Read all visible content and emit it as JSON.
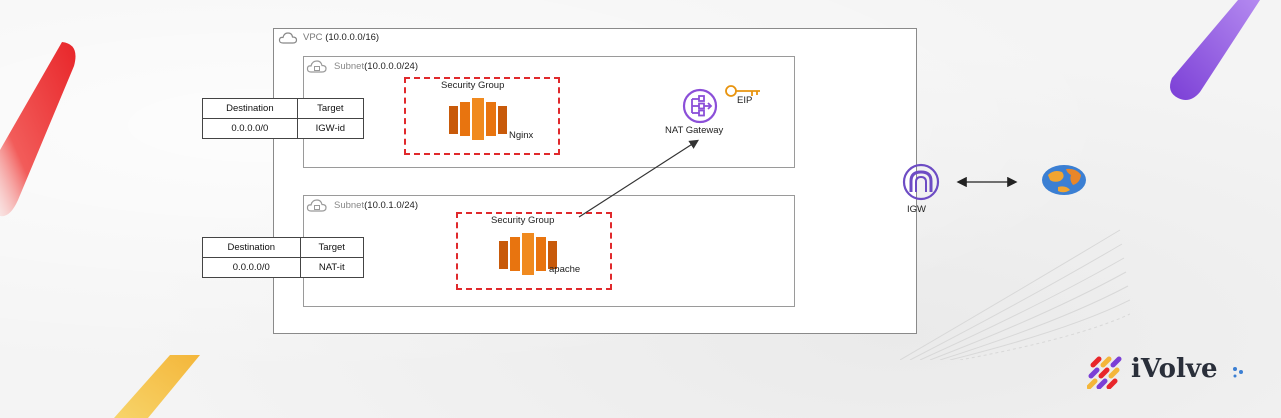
{
  "vpc": {
    "label": "VPC",
    "cidr": "(10.0.0.0/16)"
  },
  "subnets": [
    {
      "label": "Subnet",
      "cidr": "(10.0.0.0/24)"
    },
    {
      "label": "Subnet",
      "cidr": "(10.0.1.0/24)"
    }
  ],
  "security_groups": [
    {
      "label": "Security Group",
      "instance": "Nginx"
    },
    {
      "label": "Security Group",
      "instance": "apache"
    }
  ],
  "route_tables": [
    {
      "headers": [
        "Destination",
        "Target"
      ],
      "row": [
        "0.0.0.0/0",
        "IGW-id"
      ]
    },
    {
      "headers": [
        "Destination",
        "Target"
      ],
      "row": [
        "0.0.0.0/0",
        "NAT-it"
      ]
    }
  ],
  "nat": {
    "label": "NAT Gateway",
    "eip": "EIP"
  },
  "igw": {
    "label": "IGW"
  },
  "brand": {
    "name": "iVolve"
  },
  "colors": {
    "security_group_border": "#e0292c",
    "ec2_orange": "#e8740f",
    "nat_purple": "#8b4fd8",
    "igw_purple": "#6d4cc4",
    "eip_orange": "#e8940f",
    "brand_dark": "#2a2f3a"
  },
  "icons": [
    "cloud-icon",
    "lock-cloud-icon",
    "ec2-instance-icon",
    "nat-gateway-icon",
    "elastic-ip-icon",
    "internet-gateway-icon",
    "globe-icon",
    "brand-logo-icon"
  ]
}
